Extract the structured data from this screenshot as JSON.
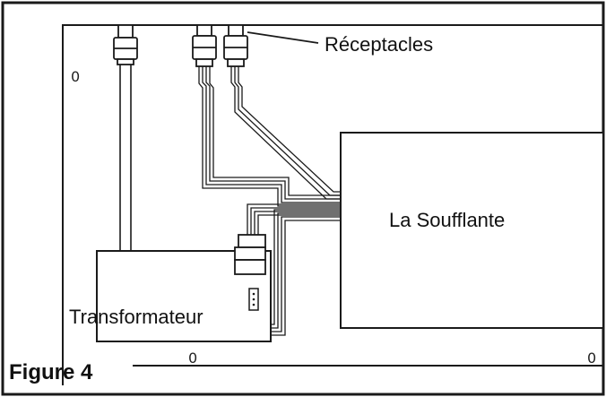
{
  "figure": {
    "caption": "Figure 4",
    "labels": {
      "receptacles": "Réceptacles",
      "blower": "La Soufflante",
      "transformer": "Transformateur"
    },
    "mounting_marks": [
      "0",
      "0",
      "0"
    ]
  },
  "colors": {
    "line": "#1a1a1a",
    "background": "#ffffff"
  }
}
